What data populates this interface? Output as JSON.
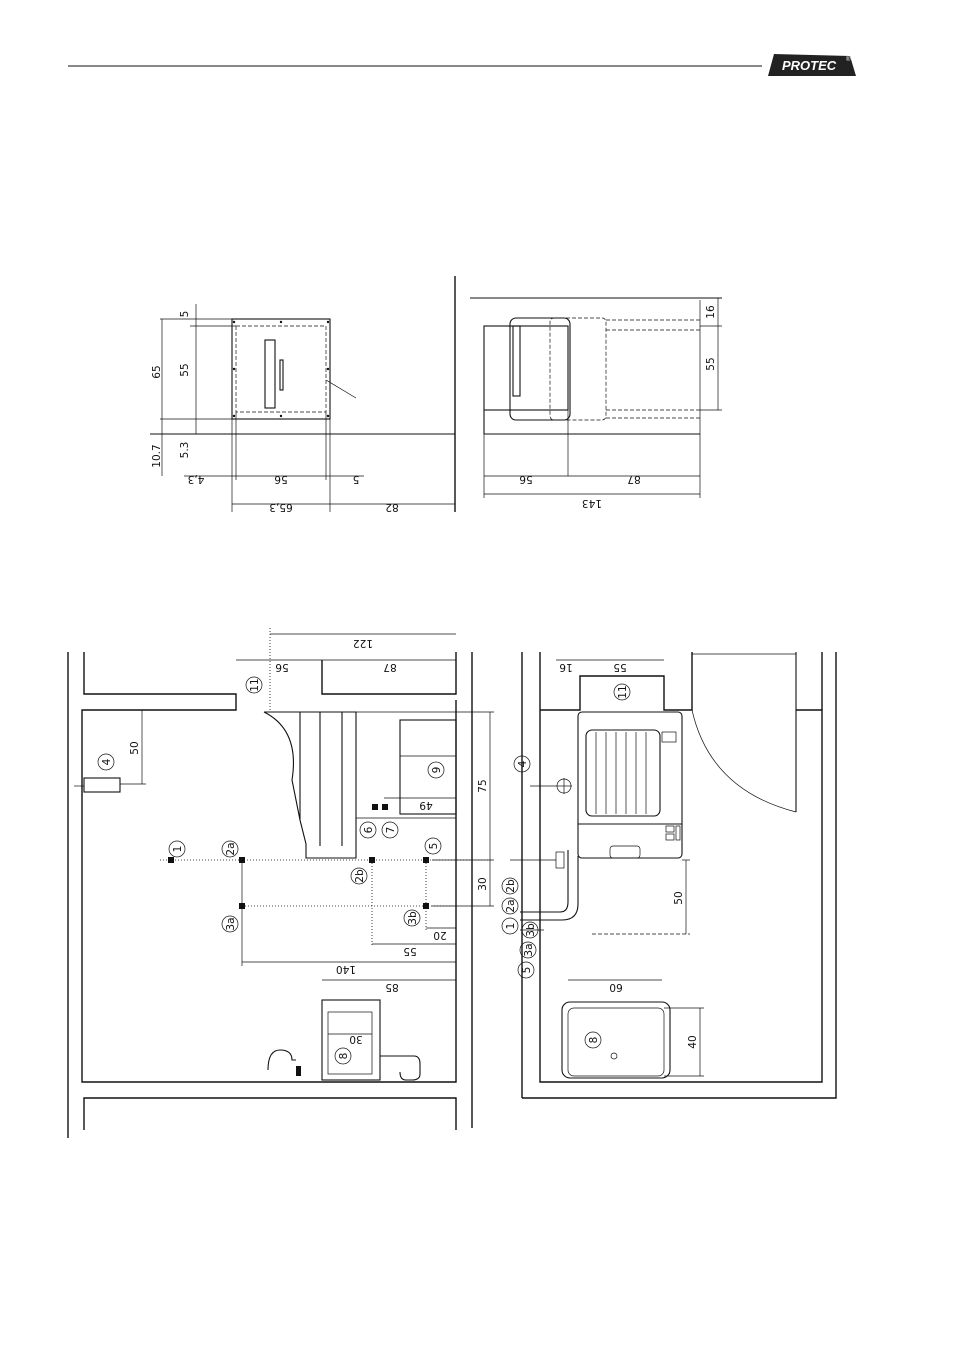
{
  "header": {
    "logo_text": "PROTEC",
    "logo_mark": "®"
  },
  "top_left": {
    "dim_5_top": "5",
    "dim_65": "65",
    "dim_55": "55",
    "dim_5_3": "5.3",
    "dim_10_7": "10.7",
    "dim_4_3": "4,3",
    "dim_56": "56",
    "dim_5_right": "5",
    "dim_65_3": "65,3",
    "dim_82": "82"
  },
  "top_right": {
    "dim_16": "16",
    "dim_55": "55",
    "dim_56": "56",
    "dim_87": "87",
    "dim_143": "143"
  },
  "bottom_left": {
    "dim_122": "122",
    "dim_56": "56",
    "dim_87": "87",
    "dim_50": "50",
    "dim_75": "75",
    "dim_30": "30",
    "dim_49": "49",
    "dim_20": "20",
    "dim_55": "55",
    "dim_140": "140",
    "dim_85": "85",
    "dim_30_sink": "30",
    "label_1": "1",
    "label_2a": "2a",
    "label_2b": "2b",
    "label_3a": "3a",
    "label_3b": "3b",
    "label_4": "4",
    "label_5": "5",
    "label_6": "6",
    "label_7": "7",
    "label_8": "8",
    "label_9": "9",
    "label_11": "11"
  },
  "bottom_right": {
    "dim_16": "16",
    "dim_55": "55",
    "dim_50": "50",
    "dim_60": "60",
    "dim_40": "40",
    "label_4": "4",
    "label_11": "11",
    "label_8": "8",
    "label_1": "1",
    "label_2a": "2a",
    "label_2b": "2b",
    "label_5": "5",
    "label_3a": "3a",
    "label_3b": "3b"
  }
}
